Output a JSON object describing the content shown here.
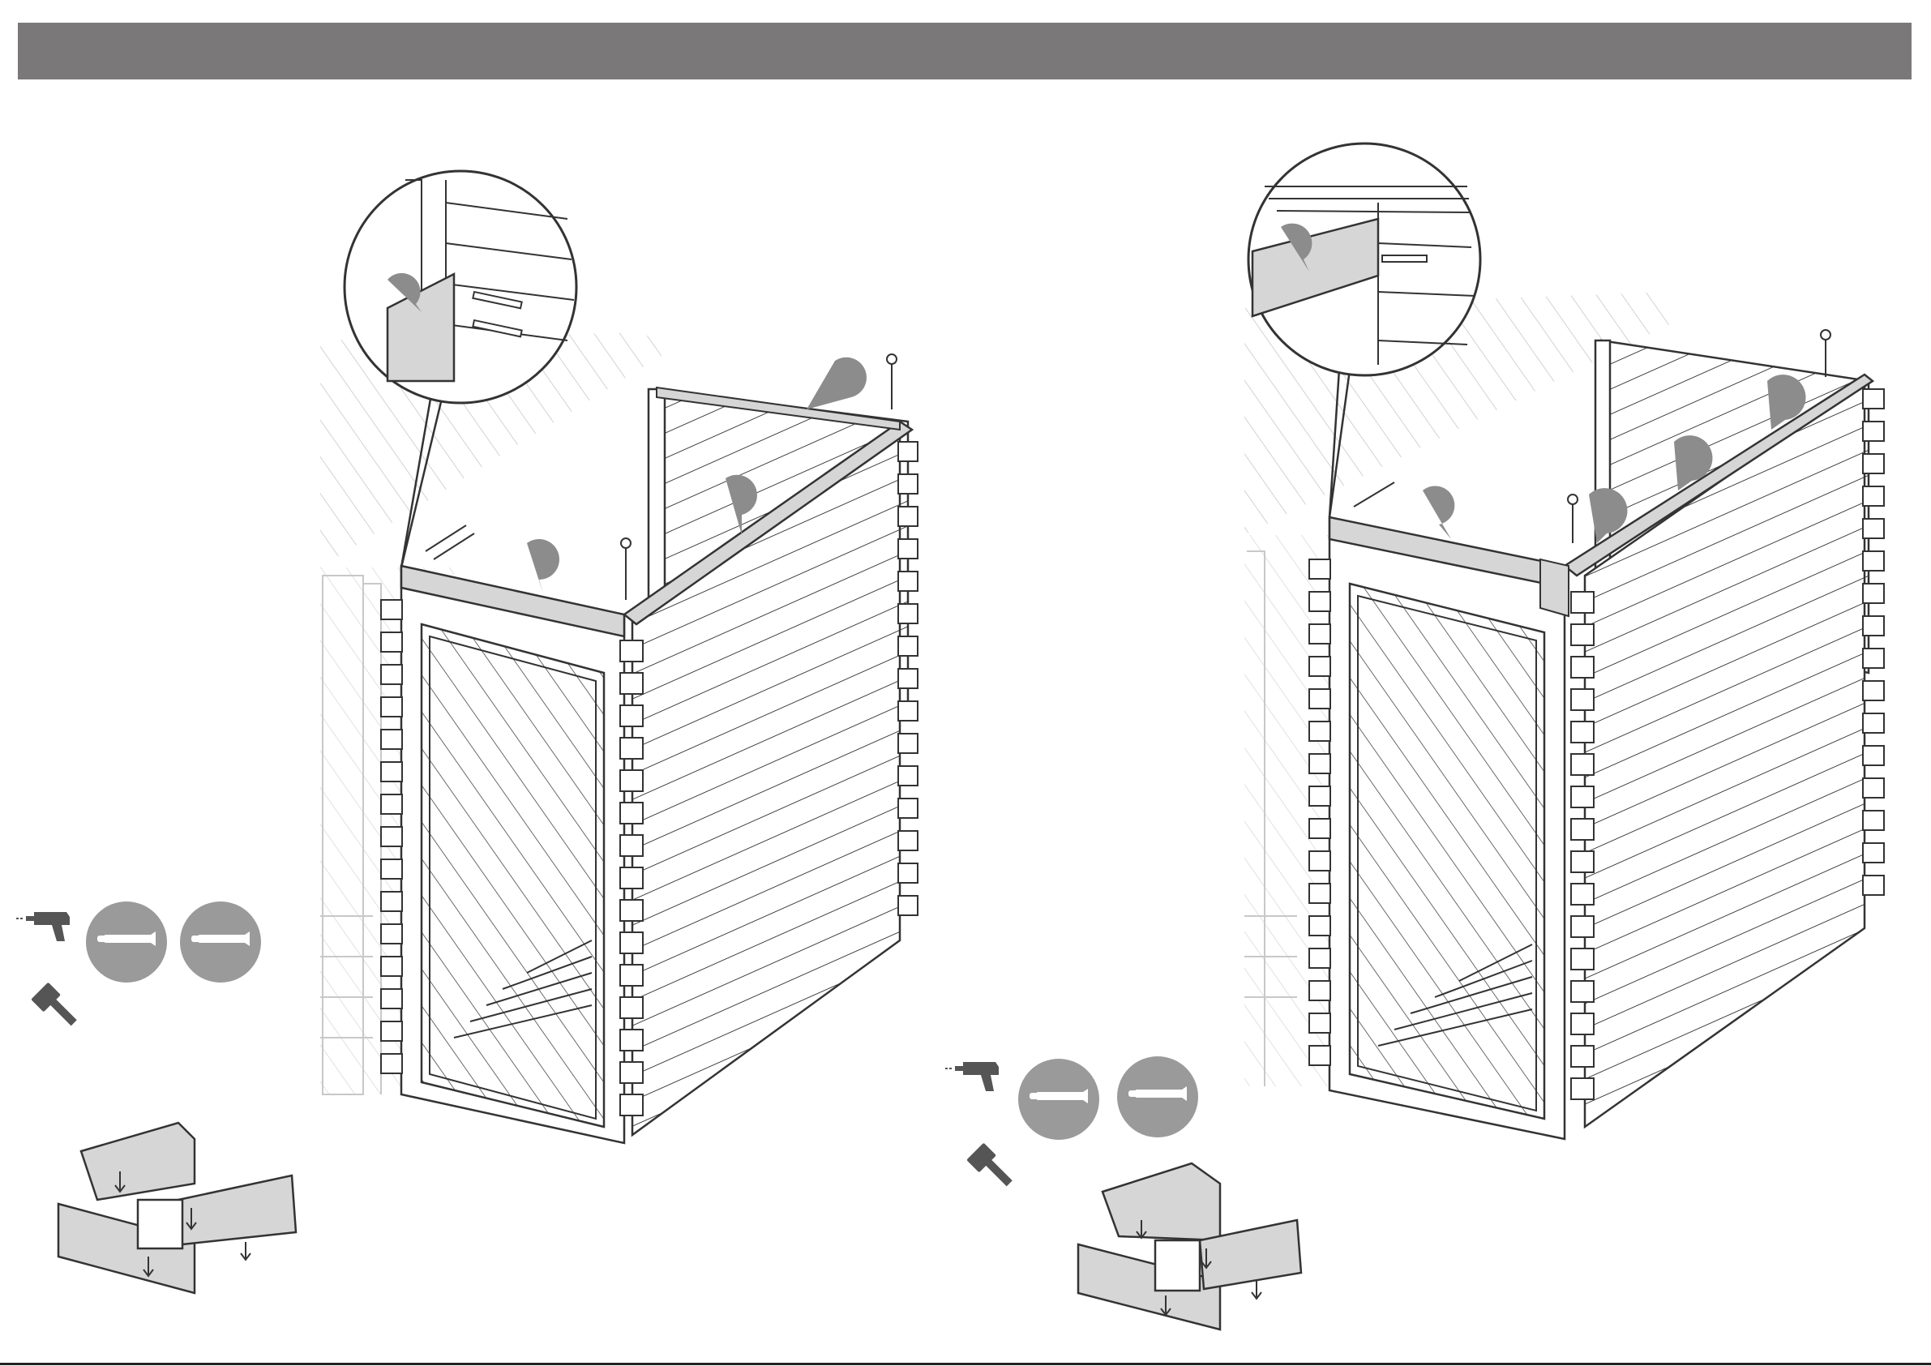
{
  "page": {
    "header_bar_color": "#7a7878",
    "line_color": "#3a3a3a",
    "part_fill": "#d6d6d6",
    "marker_color": "#8c8c8c"
  },
  "steps": [
    {
      "id": "left",
      "tools": [
        {
          "icon": "drill-icon"
        },
        {
          "icon": "hammer-icon"
        }
      ],
      "screw_badges": [
        {
          "icon": "screw-icon"
        },
        {
          "icon": "screw-icon"
        }
      ],
      "callout_markers": 3,
      "zoom_detail": {
        "icon": "magnified-joint-icon",
        "screws": 2
      }
    },
    {
      "id": "right",
      "tools": [
        {
          "icon": "drill-icon"
        },
        {
          "icon": "hammer-icon"
        }
      ],
      "screw_badges": [
        {
          "icon": "screw-icon"
        },
        {
          "icon": "screw-icon"
        }
      ],
      "callout_markers": 4,
      "zoom_detail": {
        "icon": "magnified-joint-icon",
        "screws": 1
      }
    }
  ]
}
